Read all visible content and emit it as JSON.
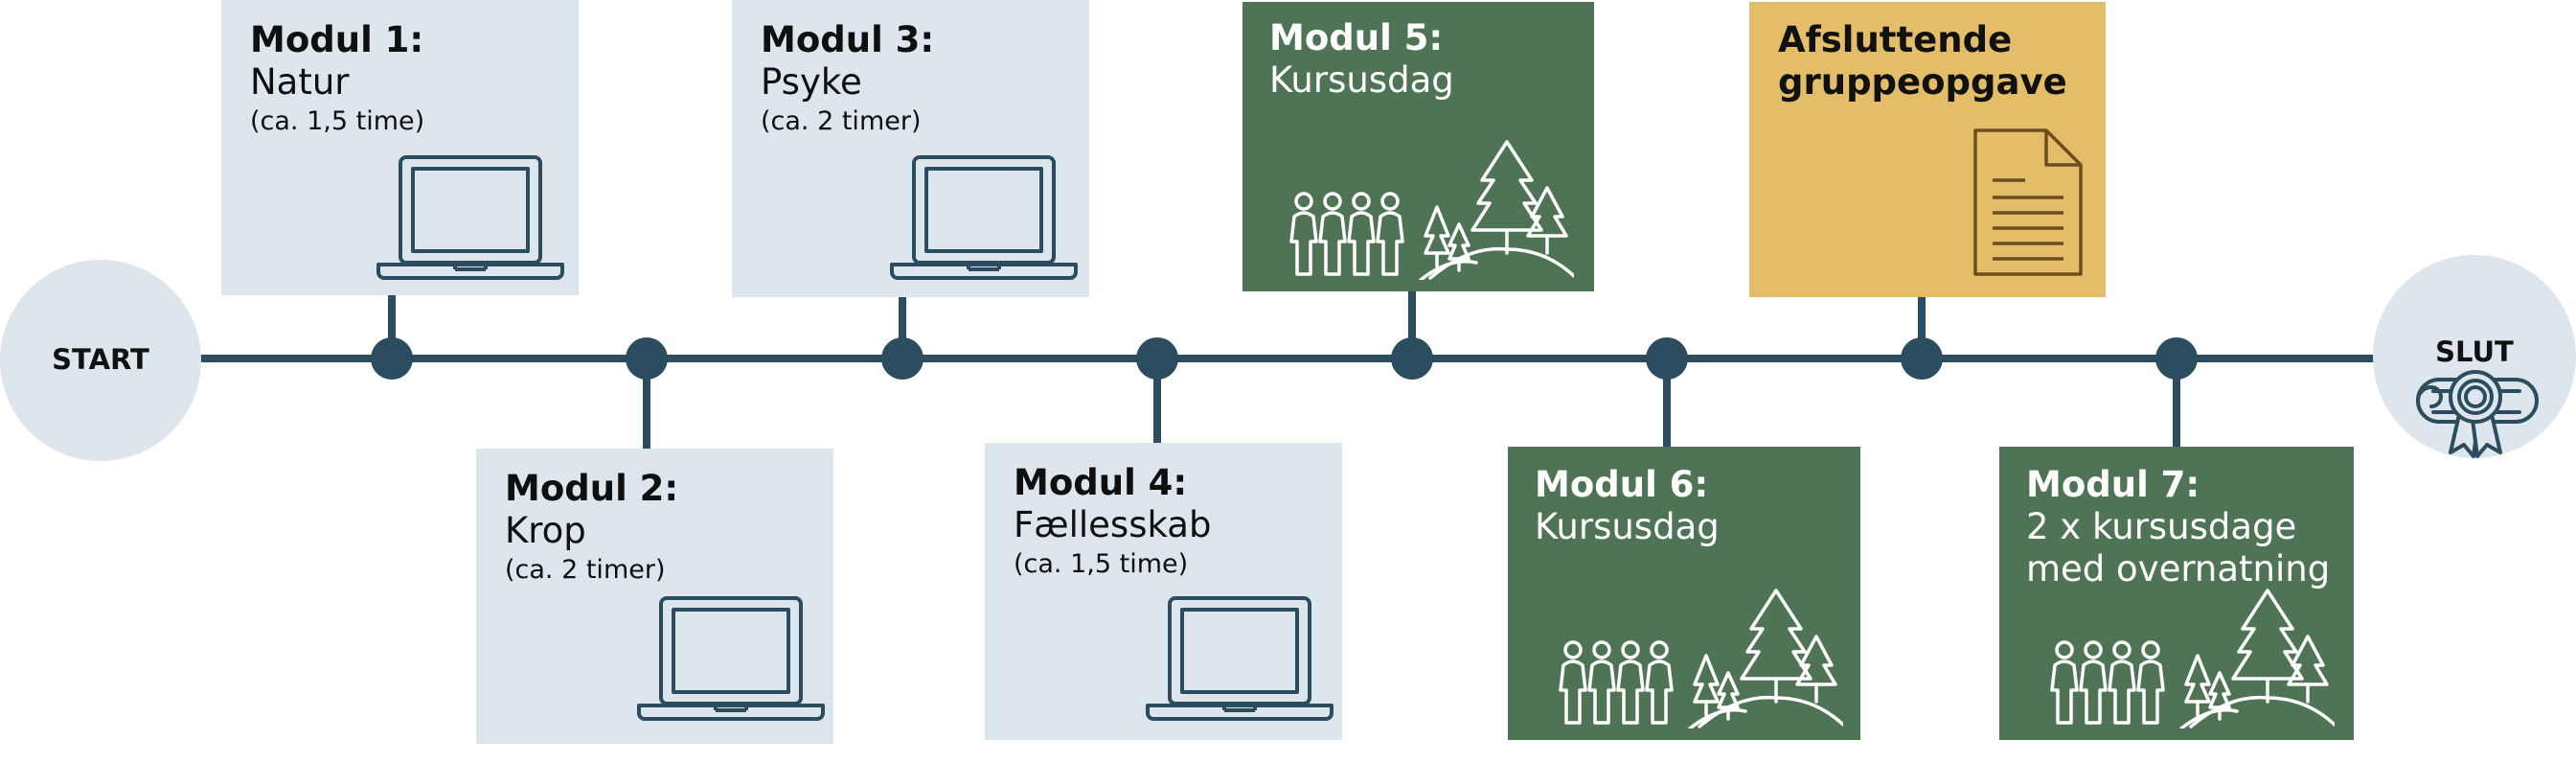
{
  "colors": {
    "line": "#2c4c5f",
    "light_box": "#dde6ec",
    "green_box": "#4f7455",
    "gold_box": "#e4bd68",
    "endpoint_circle": "#dde6ec"
  },
  "start": {
    "label": "START"
  },
  "end": {
    "label": "SLUT",
    "icon": "diploma-scroll-icon"
  },
  "modules": [
    {
      "title": "Modul 1:",
      "subtitle": "Natur",
      "duration": "(ca. 1,5 time)",
      "icon": "laptop-icon"
    },
    {
      "title": "Modul 2:",
      "subtitle": "Krop",
      "duration": "(ca. 2 timer)",
      "icon": "laptop-icon"
    },
    {
      "title": "Modul 3:",
      "subtitle": "Psyke",
      "duration": "(ca. 2 timer)",
      "icon": "laptop-icon"
    },
    {
      "title": "Modul 4:",
      "subtitle": "Fællesskab",
      "duration": "(ca. 1,5 time)",
      "icon": "laptop-icon"
    },
    {
      "title": "Modul 5:",
      "subtitle": "Kursusdag",
      "icon": "people-forest-icon"
    },
    {
      "title": "Modul 6:",
      "subtitle": "Kursusdag",
      "icon": "people-forest-icon"
    },
    {
      "title": "Afsluttende",
      "subtitle": "gruppeopgave",
      "icon": "document-icon"
    },
    {
      "title": "Modul 7:",
      "subtitle": "2 x kursusdage",
      "subtitle2": "med overnatning",
      "icon": "people-forest-icon"
    }
  ]
}
